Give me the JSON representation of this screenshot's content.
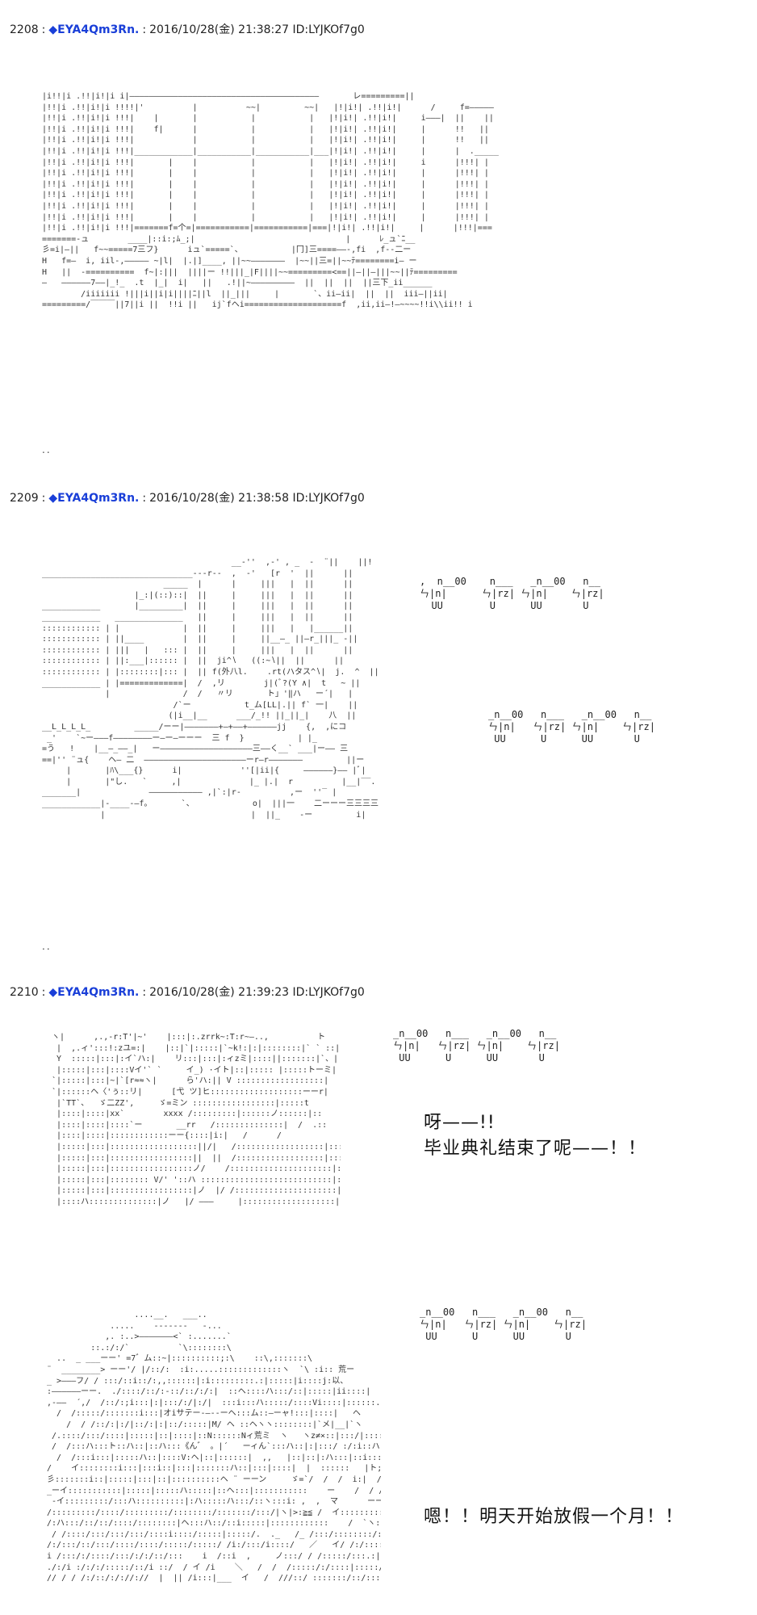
{
  "posts": [
    {
      "number": "2208",
      "name": "EYA4Qm3Rn.",
      "date": "2016/10/28(金) 21:38:27",
      "id": "ID:LYJKOf7g0"
    },
    {
      "number": "2209",
      "name": "EYA4Qm3Rn.",
      "date": "2016/10/28(金) 21:38:58",
      "id": "ID:LYJKOf7g0"
    },
    {
      "number": "2210",
      "name": "EYA4Qm3Rn.",
      "date": "2016/10/28(金) 21:39:23",
      "id": "ID:LYJKOf7g0"
    }
  ],
  "separator_dots": "..",
  "dialogue": {
    "line1": "呀——!!",
    "line2": "毕业典礼结束了呢——！！",
    "line3": "嗯！！明天开始放假一个月！！"
  }
}
